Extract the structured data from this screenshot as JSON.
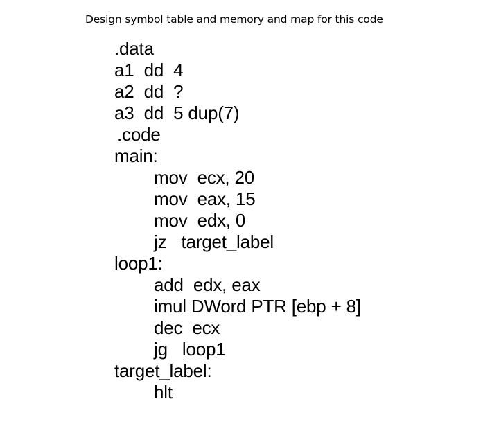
{
  "document": {
    "prompt": "Design symbol table and memory and map for this code",
    "background_color": "#ffffff",
    "text_color": "#000000"
  },
  "code": {
    "language": "x86-assembly",
    "lines": [
      {
        "text": ".data",
        "indent": "base"
      },
      {
        "text": "a1  dd  4",
        "indent": "base"
      },
      {
        "text": "a2  dd  ?",
        "indent": "base"
      },
      {
        "text": "a3  dd  5 dup(7)",
        "indent": "base"
      },
      {
        "text": ".code",
        "indent": "base-dot"
      },
      {
        "text": "main:",
        "indent": "base"
      },
      {
        "text": "mov  ecx, 20",
        "indent": "instruction"
      },
      {
        "text": "mov  eax, 15",
        "indent": "instruction"
      },
      {
        "text": "mov  edx, 0",
        "indent": "instruction"
      },
      {
        "text": "jz   target_label",
        "indent": "instruction"
      },
      {
        "text": "loop1:",
        "indent": "base"
      },
      {
        "text": "add  edx, eax",
        "indent": "instruction"
      },
      {
        "text": "imul DWord PTR [ebp + 8]",
        "indent": "instruction"
      },
      {
        "text": "dec  ecx",
        "indent": "instruction"
      },
      {
        "text": "jg   loop1",
        "indent": "instruction"
      },
      {
        "text": "target_label:",
        "indent": "base"
      },
      {
        "text": "hlt",
        "indent": "instruction"
      }
    ]
  }
}
